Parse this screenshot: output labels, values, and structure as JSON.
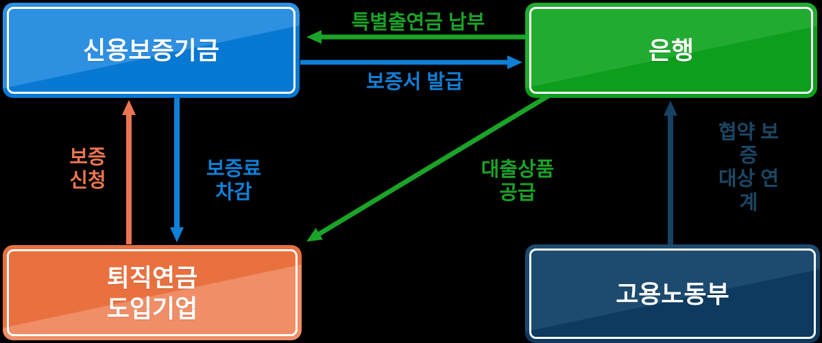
{
  "background_color": "#000000",
  "nodes": {
    "kodit": {
      "label": "신용보증기금",
      "color": "#0d7fd8",
      "text_color": "#ffffff"
    },
    "bank": {
      "label": "은행",
      "color": "#16a327",
      "text_color": "#ffffff"
    },
    "company": {
      "label": "퇴직연금\n도입기업",
      "color": "#ec7550",
      "text_color": "#ffffff"
    },
    "moel": {
      "label": "고용노동부",
      "color": "#123f61",
      "text_color": "#ffffff"
    }
  },
  "edges": {
    "special_contribution": {
      "label": "특별출연금 납부",
      "from": "bank",
      "to": "kodit",
      "color": "#1ba327",
      "direction": "left"
    },
    "guarantee_issuance": {
      "label": "보증서 발급",
      "from": "kodit",
      "to": "bank",
      "color": "#0f80d7",
      "direction": "right"
    },
    "guarantee_application": {
      "label": "보증\n신청",
      "from": "company",
      "to": "kodit",
      "color": "#ec7551",
      "direction": "up"
    },
    "guarantee_fee_deduction": {
      "label": "보증료\n차감",
      "from": "kodit",
      "to": "company",
      "color": "#0f80d7",
      "direction": "down"
    },
    "loan_product_supply": {
      "label": "대출상품\n공급",
      "from": "bank",
      "to": "company",
      "color": "#1ba327",
      "direction": "down-left"
    },
    "agreement_guarantee_linkage": {
      "label": "협약 보증\n대상 연계",
      "from": "moel",
      "to": "bank",
      "color": "#1b4765",
      "direction": "up"
    }
  }
}
